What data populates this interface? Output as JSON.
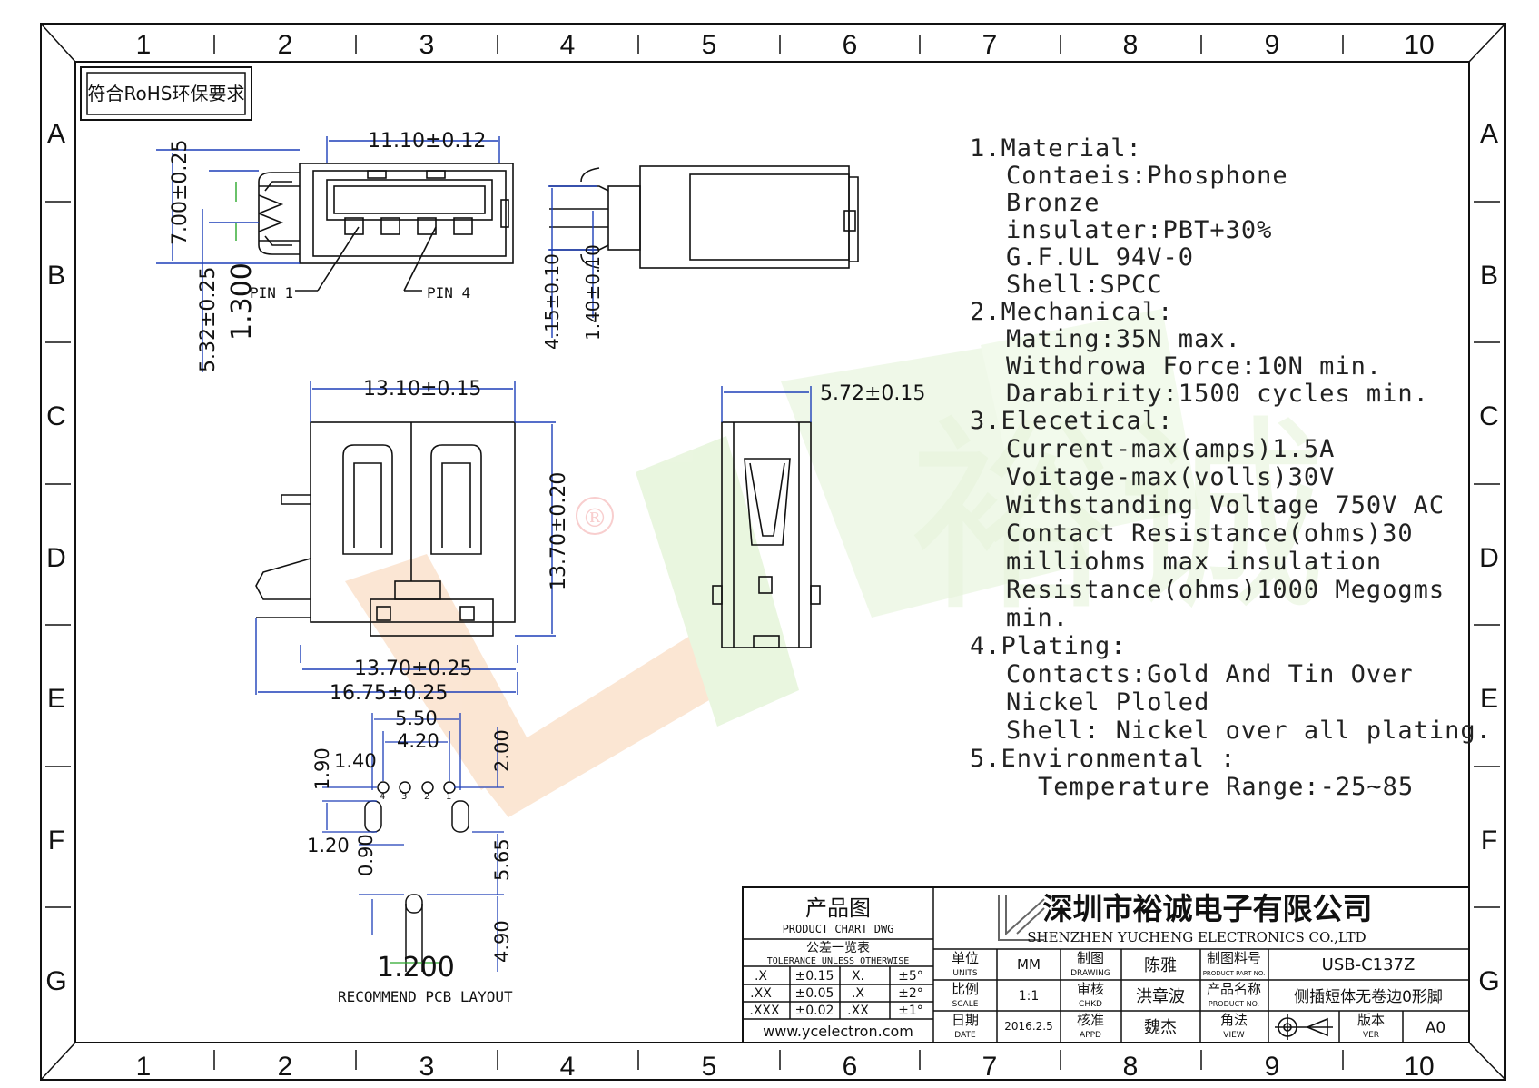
{
  "frame": {
    "columns": [
      "1",
      "2",
      "3",
      "4",
      "5",
      "6",
      "7",
      "8",
      "9",
      "10"
    ],
    "rows": [
      "A",
      "B",
      "C",
      "D",
      "E",
      "F",
      "G"
    ]
  },
  "stamp": {
    "text": "符合RoHS环保要求"
  },
  "top_view": {
    "dims": [
      "11.10±0.12",
      "7.00±0.25",
      "5.32±0.25",
      "1.300"
    ],
    "labels": {
      "pin1": "PIN 1",
      "pin4": "PIN 4"
    }
  },
  "side_view_top": {
    "dims": [
      "4.15±0.10",
      "1.40±0.10"
    ]
  },
  "front_view": {
    "dims": [
      "13.10±0.15",
      "13.70±0.20",
      "13.70±0.25",
      "16.75±0.25"
    ]
  },
  "side_view": {
    "dims": [
      "5.72±0.15"
    ]
  },
  "pcb_layout": {
    "dims": [
      "5.50",
      "4.20",
      "1.40",
      "1.90",
      "2.00",
      "1.20",
      "0.90",
      "5.65",
      "4.90",
      "1.200"
    ],
    "pin_numbers": [
      "4",
      "3",
      "2",
      "1"
    ],
    "caption": "RECOMMEND PCB LAYOUT"
  },
  "notes": {
    "lines": [
      "1.Material:",
      "Contaeis:Phosphone",
      "Bronze",
      "insulater:PBT+30%",
      "G.F.UL    94V-0",
      "Shell:SPCC",
      "2.Mechanical:",
      "Mating:35N max.",
      "Withdrowa Force:10N min.",
      "Darabirity:1500 cycles min.",
      "3.Elecetical:",
      "Current-max(amps)1.5A",
      "Voitage-max(volls)30V",
      "Withstanding Voltage 750V AC",
      "Contact Resistance(ohms)30",
      "milliohms max insulation",
      "Resistance(ohms)1000 Megogms",
      "min.",
      "4.Plating:",
      "Contacts:Gold And Tin Over",
      "Nickel Ploled",
      "Shell: Nickel over all plating.",
      "5.Environmental :",
      "Temperature Range:-25~85"
    ]
  },
  "watermark": {
    "mark": "®",
    "text": "裕诚"
  },
  "title_block": {
    "chart_cn": "产品图",
    "chart_en": "PRODUCT CHART DWG",
    "tolerance_cn": "公差一览表",
    "tolerance_en": "TOLERANCE UNLESS OTHERWISE",
    "tolerance_rows": [
      [
        ".X",
        "±0.15",
        "X.",
        "±5°"
      ],
      [
        ".XX",
        "±0.05",
        ".X",
        "±2°"
      ],
      [
        ".XXX",
        "±0.02",
        ".XX",
        "±1°"
      ]
    ],
    "website": "www.ycelectron.com",
    "company_cn": "深圳市裕诚电子有限公司",
    "company_en": "SHENZHEN YUCHENG ELECTRONICS CO.,LTD",
    "labels": {
      "units_cn": "单位",
      "units_en": "UNITS",
      "scale_cn": "比例",
      "scale_en": "SCALE",
      "date_cn": "日期",
      "date_en": "DATE",
      "drawing_cn": "制图",
      "drawing_en": "DRAWING",
      "chkd_cn": "审核",
      "chkd_en": "CHKD",
      "appd_cn": "核准",
      "appd_en": "APPD",
      "part_cn": "制图料号",
      "part_en": "PRODUCT PART NO.",
      "name_cn": "产品名称",
      "name_en": "PRODUCT NO.",
      "view_cn": "角法",
      "view_en": "VIEW",
      "ver_cn": "版本",
      "ver_en": "VER"
    },
    "values": {
      "units": "MM",
      "scale": "1:1",
      "date": "2016.2.5",
      "drawing": "陈雅",
      "chkd": "洪章波",
      "appd": "魏杰",
      "part_no": "USB-C137Z",
      "product_name": "侧插短体无卷边0形脚",
      "version": "A0"
    }
  }
}
